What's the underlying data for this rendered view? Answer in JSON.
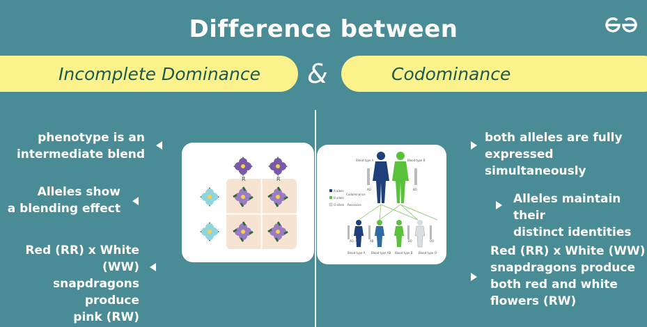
{
  "header": {
    "title": "Difference between",
    "logo": "geeksforgeeks-logo-icon"
  },
  "banners": {
    "left": "Incomplete Dominance",
    "ampersand": "&",
    "right": "Codominance"
  },
  "left_points": [
    {
      "line1": "phenotype is an",
      "line2": "intermediate blend"
    },
    {
      "line1": "Alleles show",
      "line2": "a blending effect"
    },
    {
      "line1": "Red (RR) x White (WW)",
      "line2": "snapdragons produce",
      "line3": "pink (RW)"
    }
  ],
  "right_points": [
    {
      "line1": "both alleles are fully",
      "line2": "expressed simultaneously"
    },
    {
      "line1": "Alleles maintain their",
      "line2": "distinct identities"
    },
    {
      "line1": "Red (RR) x White (WW)",
      "line2": "snapdragons produce",
      "line3": "both red and white",
      "line4": "flowers (RW)"
    }
  ],
  "punnett": {
    "top_label_1": "R",
    "top_label_2": "R"
  },
  "blood_diagram": {
    "parent_a": "Blood type A",
    "parent_b": "Blood type B",
    "legend_a": "A allele",
    "legend_b": "B allele",
    "legend_o": "O allele",
    "codominance": "Codominance",
    "recessive": "Recessive",
    "child_labels": [
      "Blood type A",
      "Blood type AB",
      "Blood type B",
      "Blood type O"
    ],
    "genotypes": [
      "AO",
      "BO",
      "AO",
      "AB",
      "BO",
      "OO"
    ]
  },
  "colors": {
    "background": "#4a8c96",
    "banner": "#fbf28c",
    "banner_text": "#1c5a50",
    "purple_flower": "#7a5aa8",
    "white_flower": "#8fd4de"
  }
}
